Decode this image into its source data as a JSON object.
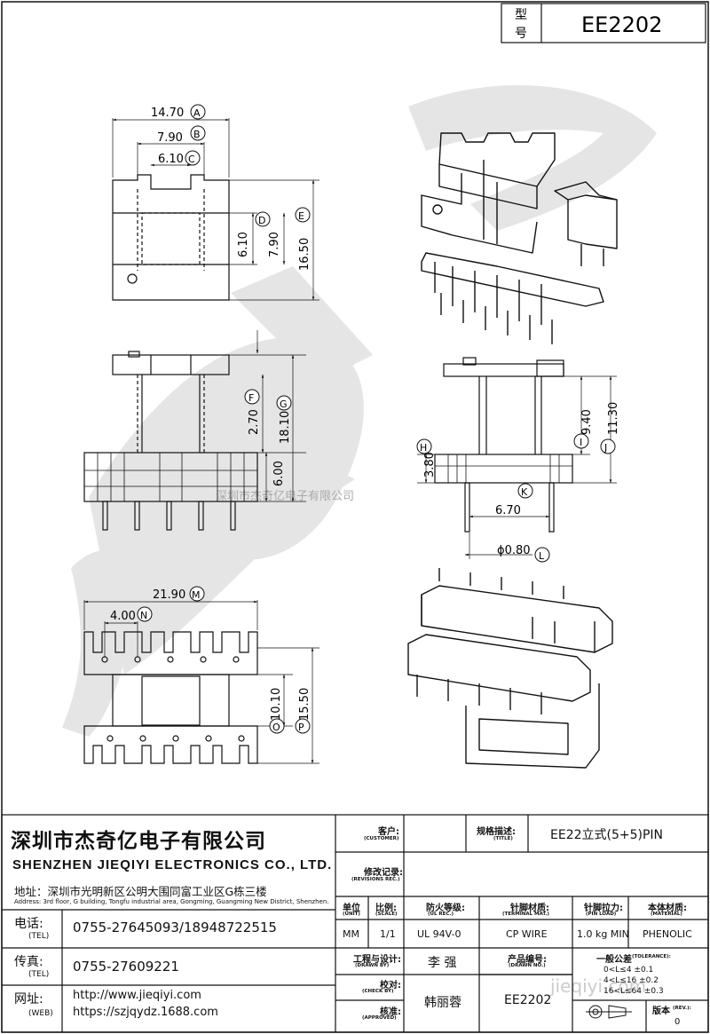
{
  "header": {
    "model_label": "型\n号",
    "model_label_1": "型",
    "model_label_2": "号",
    "model_value": "EE2202"
  },
  "watermark": {
    "center_text": "深圳市杰奇亿电子有限公司",
    "url_text": "jieqiyi.com"
  },
  "dimensions": {
    "A": "14.70",
    "B": "7.90",
    "C": "6.10",
    "D": "6.10",
    "E": "16.50",
    "F": "2.70",
    "G": "18.10",
    "H": "3.80",
    "I": "9.40",
    "J": "11.30",
    "K": "6.70",
    "L": "ϕ0.80",
    "M": "21.90",
    "N": "4.00",
    "O": "10.10",
    "P": "15.50",
    "misc_6_00": "6.00"
  },
  "company": {
    "name_cn": "深圳市杰奇亿电子有限公司",
    "name_en": "SHENZHEN JIEQIYI ELECTRONICS CO., LTD.",
    "address_cn": "地址：深圳市光明新区公明大围同富工业区G栋三楼",
    "address_en": "Address: 3rd floor, G building, Tongfu industrial area, Gongming, Guangming New District, Shenzhen.",
    "tel_cn": "电话:",
    "tel_en": "(TEL)",
    "tel_value": "0755-27645093/18948722515",
    "fax_cn": "传真:",
    "fax_en": "(TEL)",
    "fax_value": "0755-27609221",
    "web_cn": "网址:",
    "web_en": "(WEB)",
    "web_value_1": "http://www.jieqiyi.com",
    "web_value_2": "https://szjqydz.1688.com"
  },
  "title_block": {
    "customer_cn": "客户:",
    "customer_en": "(CUSTOMER)",
    "customer_value": "",
    "spec_cn": "规格描述:",
    "spec_en": "(TITLE)",
    "spec_value": "EE22立式(5+5)PIN",
    "revision_cn": "修改记录:",
    "revision_en": "(REVISIONS REC.)",
    "unit_cn": "单位",
    "unit_en": "(UNIT)",
    "unit_value": "MM",
    "scale_cn": "比例:",
    "scale_en": "(SCALE)",
    "scale_value": "1/1",
    "flame_cn": "防火等级:",
    "flame_en": "(UL REC.)",
    "flame_value": "UL 94V-0",
    "pin_mat_cn": "针脚材质:",
    "pin_mat_en": "(TERMINAL MAT.)",
    "pin_mat_value": "CP WIRE",
    "pin_load_cn": "针脚拉力:",
    "pin_load_en": "(PIN LOAD)",
    "pin_load_value": "1.0 kg MIN",
    "material_cn": "本体材质:",
    "material_en": "(MATERIAL)",
    "material_value": "PHENOLIC",
    "drawn_cn": "工程与设计:",
    "drawn_en": "(DRAWN BY)",
    "drawn_value": "李 强",
    "check_cn": "校对:",
    "check_en": "(CHECK BY)",
    "approved_cn": "核准:",
    "approved_en": "(APPROVED)",
    "approved_value": "韩丽蓉",
    "product_no_cn": "产品编号:",
    "product_no_en": "(DRAWN NO.)",
    "product_no_value": "EE2202",
    "tolerance_cn": "一般公差",
    "tolerance_en": "(TOLERANCE):",
    "tol_rows": [
      "0<L≤4    ±0.1",
      "4<L≤16   ±0.2",
      "16<L≤64  ±0.3"
    ],
    "version_cn": "版本",
    "version_en": "(REV.):",
    "version_value": "0"
  }
}
